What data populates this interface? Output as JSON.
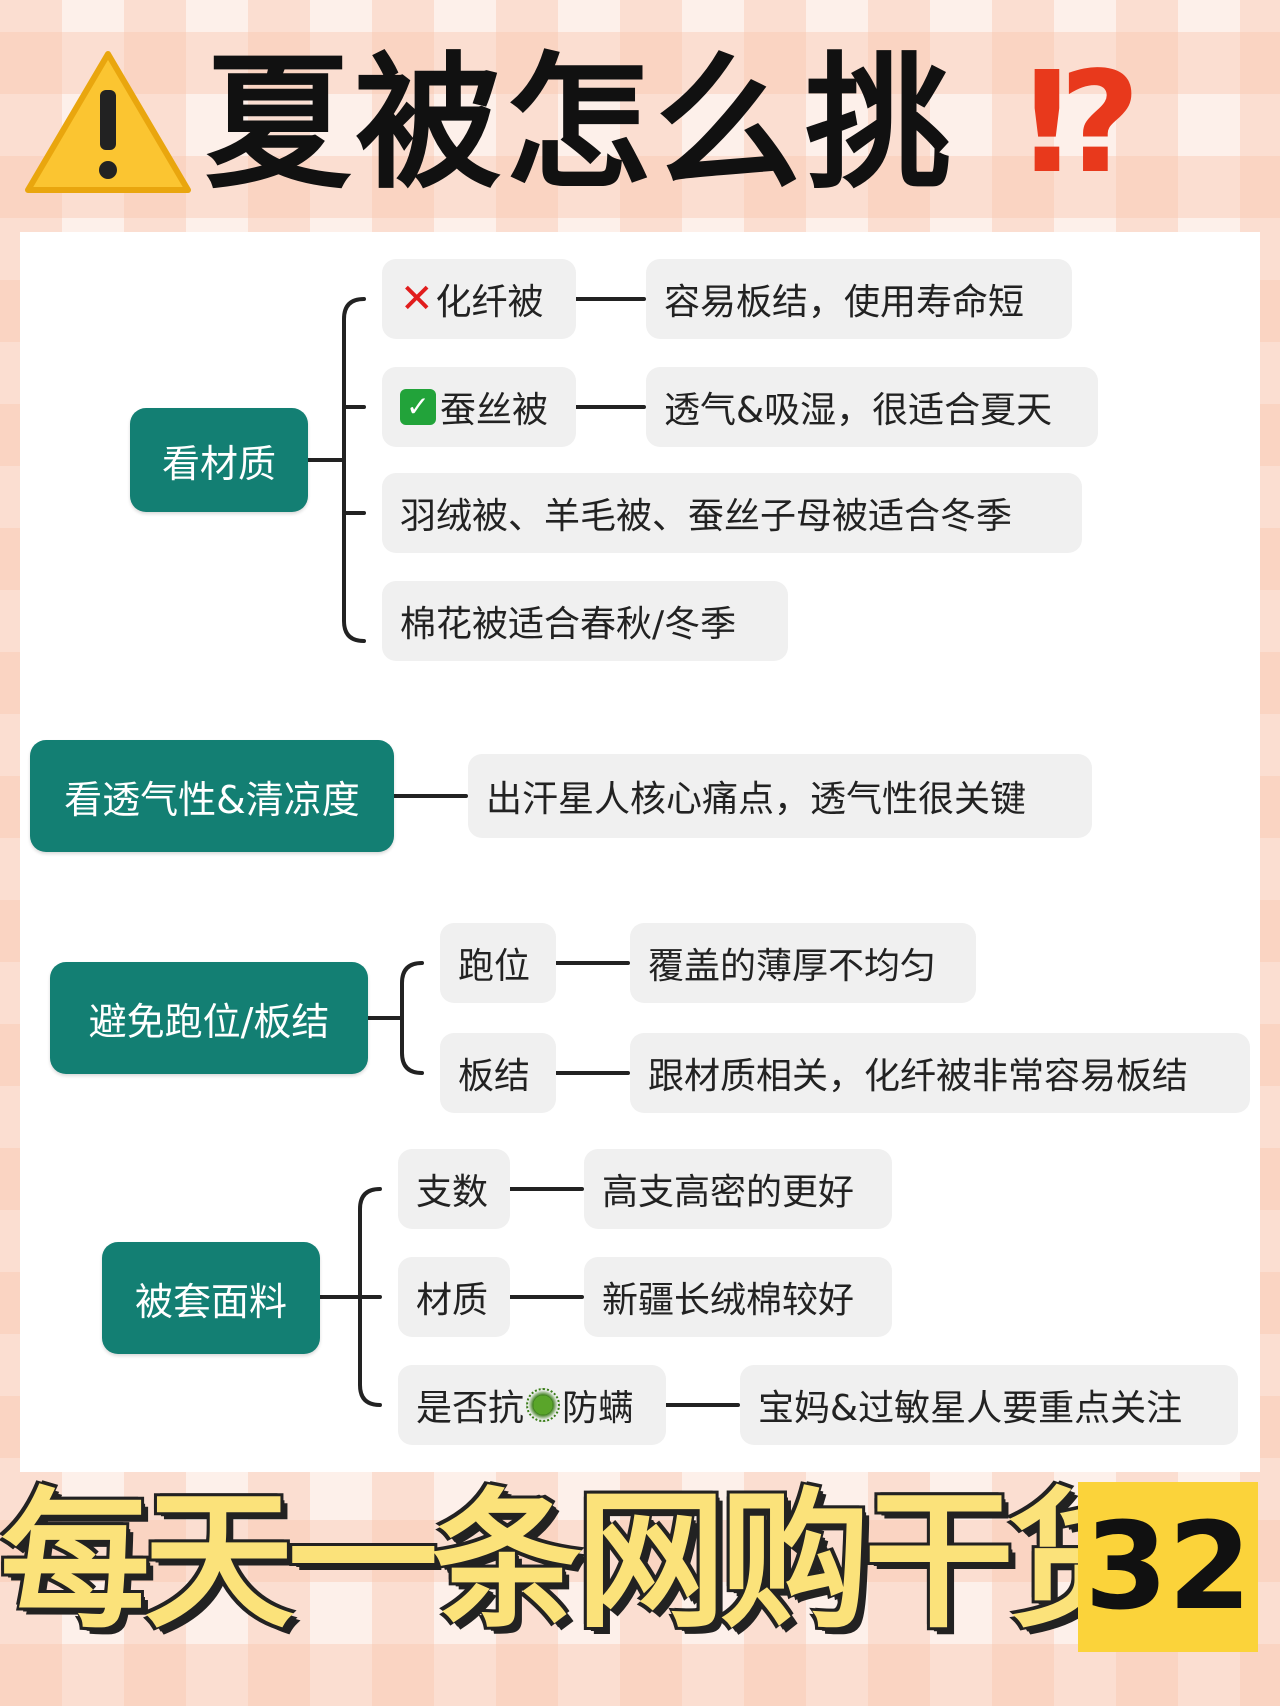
{
  "title": {
    "main": "夏被怎么挑",
    "mark": "⁉",
    "icon": "warning-icon"
  },
  "mindmap": {
    "sections": [
      {
        "topic": "看材质",
        "rows": [
          {
            "label": "化纤被",
            "icon": "cross-mark-icon",
            "note": "容易板结，使用寿命短"
          },
          {
            "label": "蚕丝被",
            "icon": "check-mark-icon",
            "note": "透气&吸湿，很适合夏天"
          },
          {
            "label": "羽绒被、羊毛被、蚕丝子母被适合冬季"
          },
          {
            "label": "棉花被适合春秋/冬季"
          }
        ]
      },
      {
        "topic": "看透气性&清凉度",
        "rows": [
          {
            "label": "出汗星人核心痛点，透气性很关键"
          }
        ]
      },
      {
        "topic": "避免跑位/板结",
        "rows": [
          {
            "label": "跑位",
            "note": "覆盖的薄厚不均匀"
          },
          {
            "label": "板结",
            "note": "跟材质相关，化纤被非常容易板结"
          }
        ]
      },
      {
        "topic": "被套面料",
        "rows": [
          {
            "label": "支数",
            "note": "高支高密的更好"
          },
          {
            "label": "材质",
            "note": "新疆长绒棉较好"
          },
          {
            "label_before": "是否抗",
            "icon": "virus-icon",
            "label_after": "防螨",
            "note": "宝妈&过敏星人要重点关注"
          }
        ]
      }
    ]
  },
  "banner": {
    "text": "每天一条网购干货",
    "number": "32"
  },
  "colors": {
    "topic_green": "#137f73",
    "node_gray": "#f0f0f0",
    "banner_yellow": "#fbe27a",
    "number_box": "#fbd33a",
    "alert_red": "#e8391c"
  }
}
